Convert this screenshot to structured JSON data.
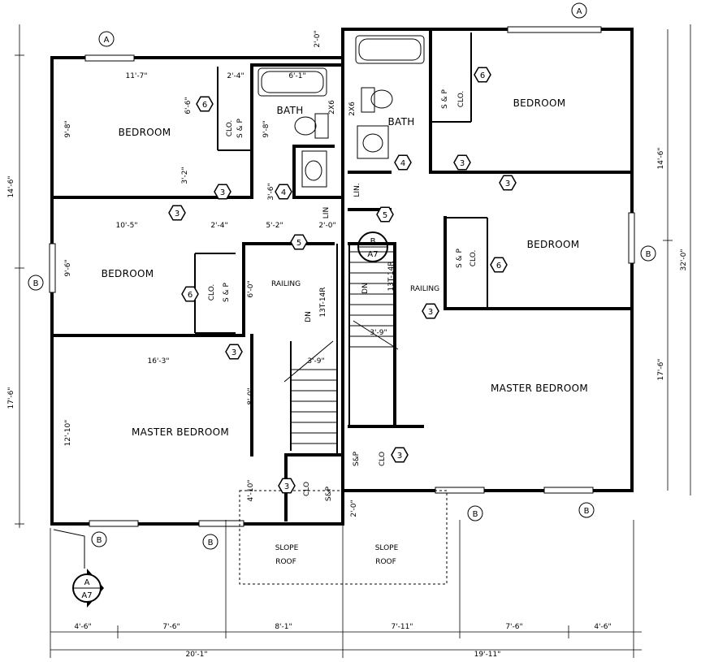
{
  "rooms": {
    "bedroom_nw": "BEDROOM",
    "bedroom_w": "BEDROOM",
    "master_w": "MASTER BEDROOM",
    "bath_w": "BATH",
    "bath_e": "BATH",
    "bedroom_ne": "BEDROOM",
    "bedroom_e": "BEDROOM",
    "master_e": "MASTER BEDROOM",
    "clo": "CLO.",
    "clo_plain": "CLO",
    "sp": "S & P",
    "sp_short": "S&P",
    "lin": "LIN.",
    "lin_short": "LIN",
    "railing": "RAILING",
    "dn": "DN",
    "risers_w": "13T-14R",
    "risers_e": "13T-14R",
    "slope": "SLOPE",
    "roof": "ROOF",
    "twobysix": "2X6"
  },
  "dims": {
    "d_11_7": "11'-7\"",
    "d_2_4a": "2'-4\"",
    "d_6_1": "6'-1\"",
    "d_6_6": "6'-6\"",
    "d_9_8a": "9'-8\"",
    "d_9_8b": "9'-8\"",
    "d_3_2": "3'-2\"",
    "d_10_5": "10'-5\"",
    "d_2_4b": "2'-4\"",
    "d_5_2": "5'-2\"",
    "d_2_0a": "2'-0\"",
    "d_3_6": "3'-6\"",
    "d_9_6": "9'-6\"",
    "d_6_0": "6'-0\"",
    "d_16_3": "16'-3\"",
    "d_3_9a": "3'-9\"",
    "d_3_9b": "3'-9\"",
    "d_8_0": "8'-0\"",
    "d_12_10": "12'-10\"",
    "d_4_10": "4'-10\"",
    "d_2_0b": "2'-0\"",
    "d_2_0c": "2'-0\"",
    "d_14_6_l": "14'-6\"",
    "d_17_6_l": "17'-6\"",
    "d_14_6_r": "14'-6\"",
    "d_17_6_r": "17'-6\"",
    "d_32_0": "32'-0\"",
    "b_4_6a": "4'-6\"",
    "b_7_6a": "7'-6\"",
    "b_8_1": "8'-1\"",
    "b_7_11": "7'-11\"",
    "b_7_6b": "7'-6\"",
    "b_4_6b": "4'-6\"",
    "b_20_1": "20'-1\"",
    "b_19_11": "19'-11\""
  },
  "tags": {
    "t3": "3",
    "t4": "4",
    "t5": "5",
    "t6": "6",
    "gridA": "A",
    "gridB": "B",
    "sheet": "A7"
  }
}
